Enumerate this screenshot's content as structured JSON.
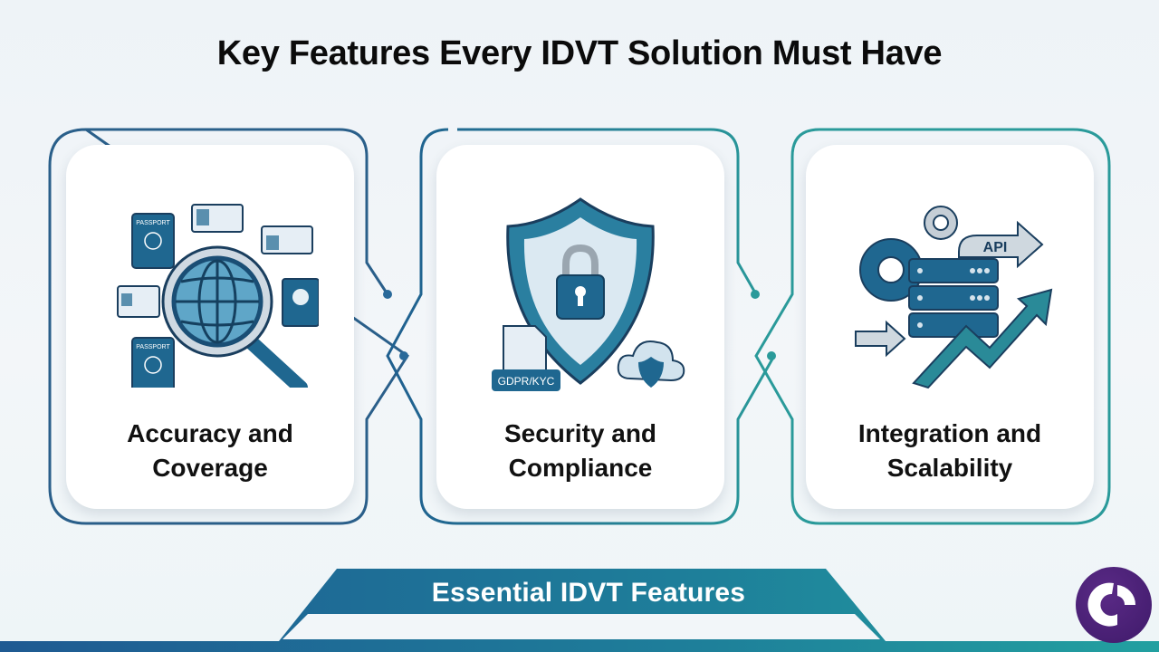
{
  "page": {
    "title": "Key Features Every IDVT Solution Must Have",
    "banner_label": "Essential IDVT Features"
  },
  "colors": {
    "dark_blue": "#1f5f8f",
    "teal": "#2a9a9a",
    "logo_purple": "#4a1f78",
    "text": "#111111"
  },
  "cards": [
    {
      "label_line1": "Accuracy and",
      "label_line2": "Coverage",
      "icon": "magnifier-globe-documents-icon",
      "badges": [
        "PASSPORT",
        "PASSPORT"
      ]
    },
    {
      "label_line1": "Security and",
      "label_line2": "Compliance",
      "icon": "shield-lock-icon",
      "badges": [
        "GDPR/KYC"
      ]
    },
    {
      "label_line1": "Integration and",
      "label_line2": "Scalability",
      "icon": "server-gears-api-growth-icon",
      "badges": [
        "API"
      ]
    }
  ],
  "logo": {
    "icon": "brand-logo-icon"
  }
}
